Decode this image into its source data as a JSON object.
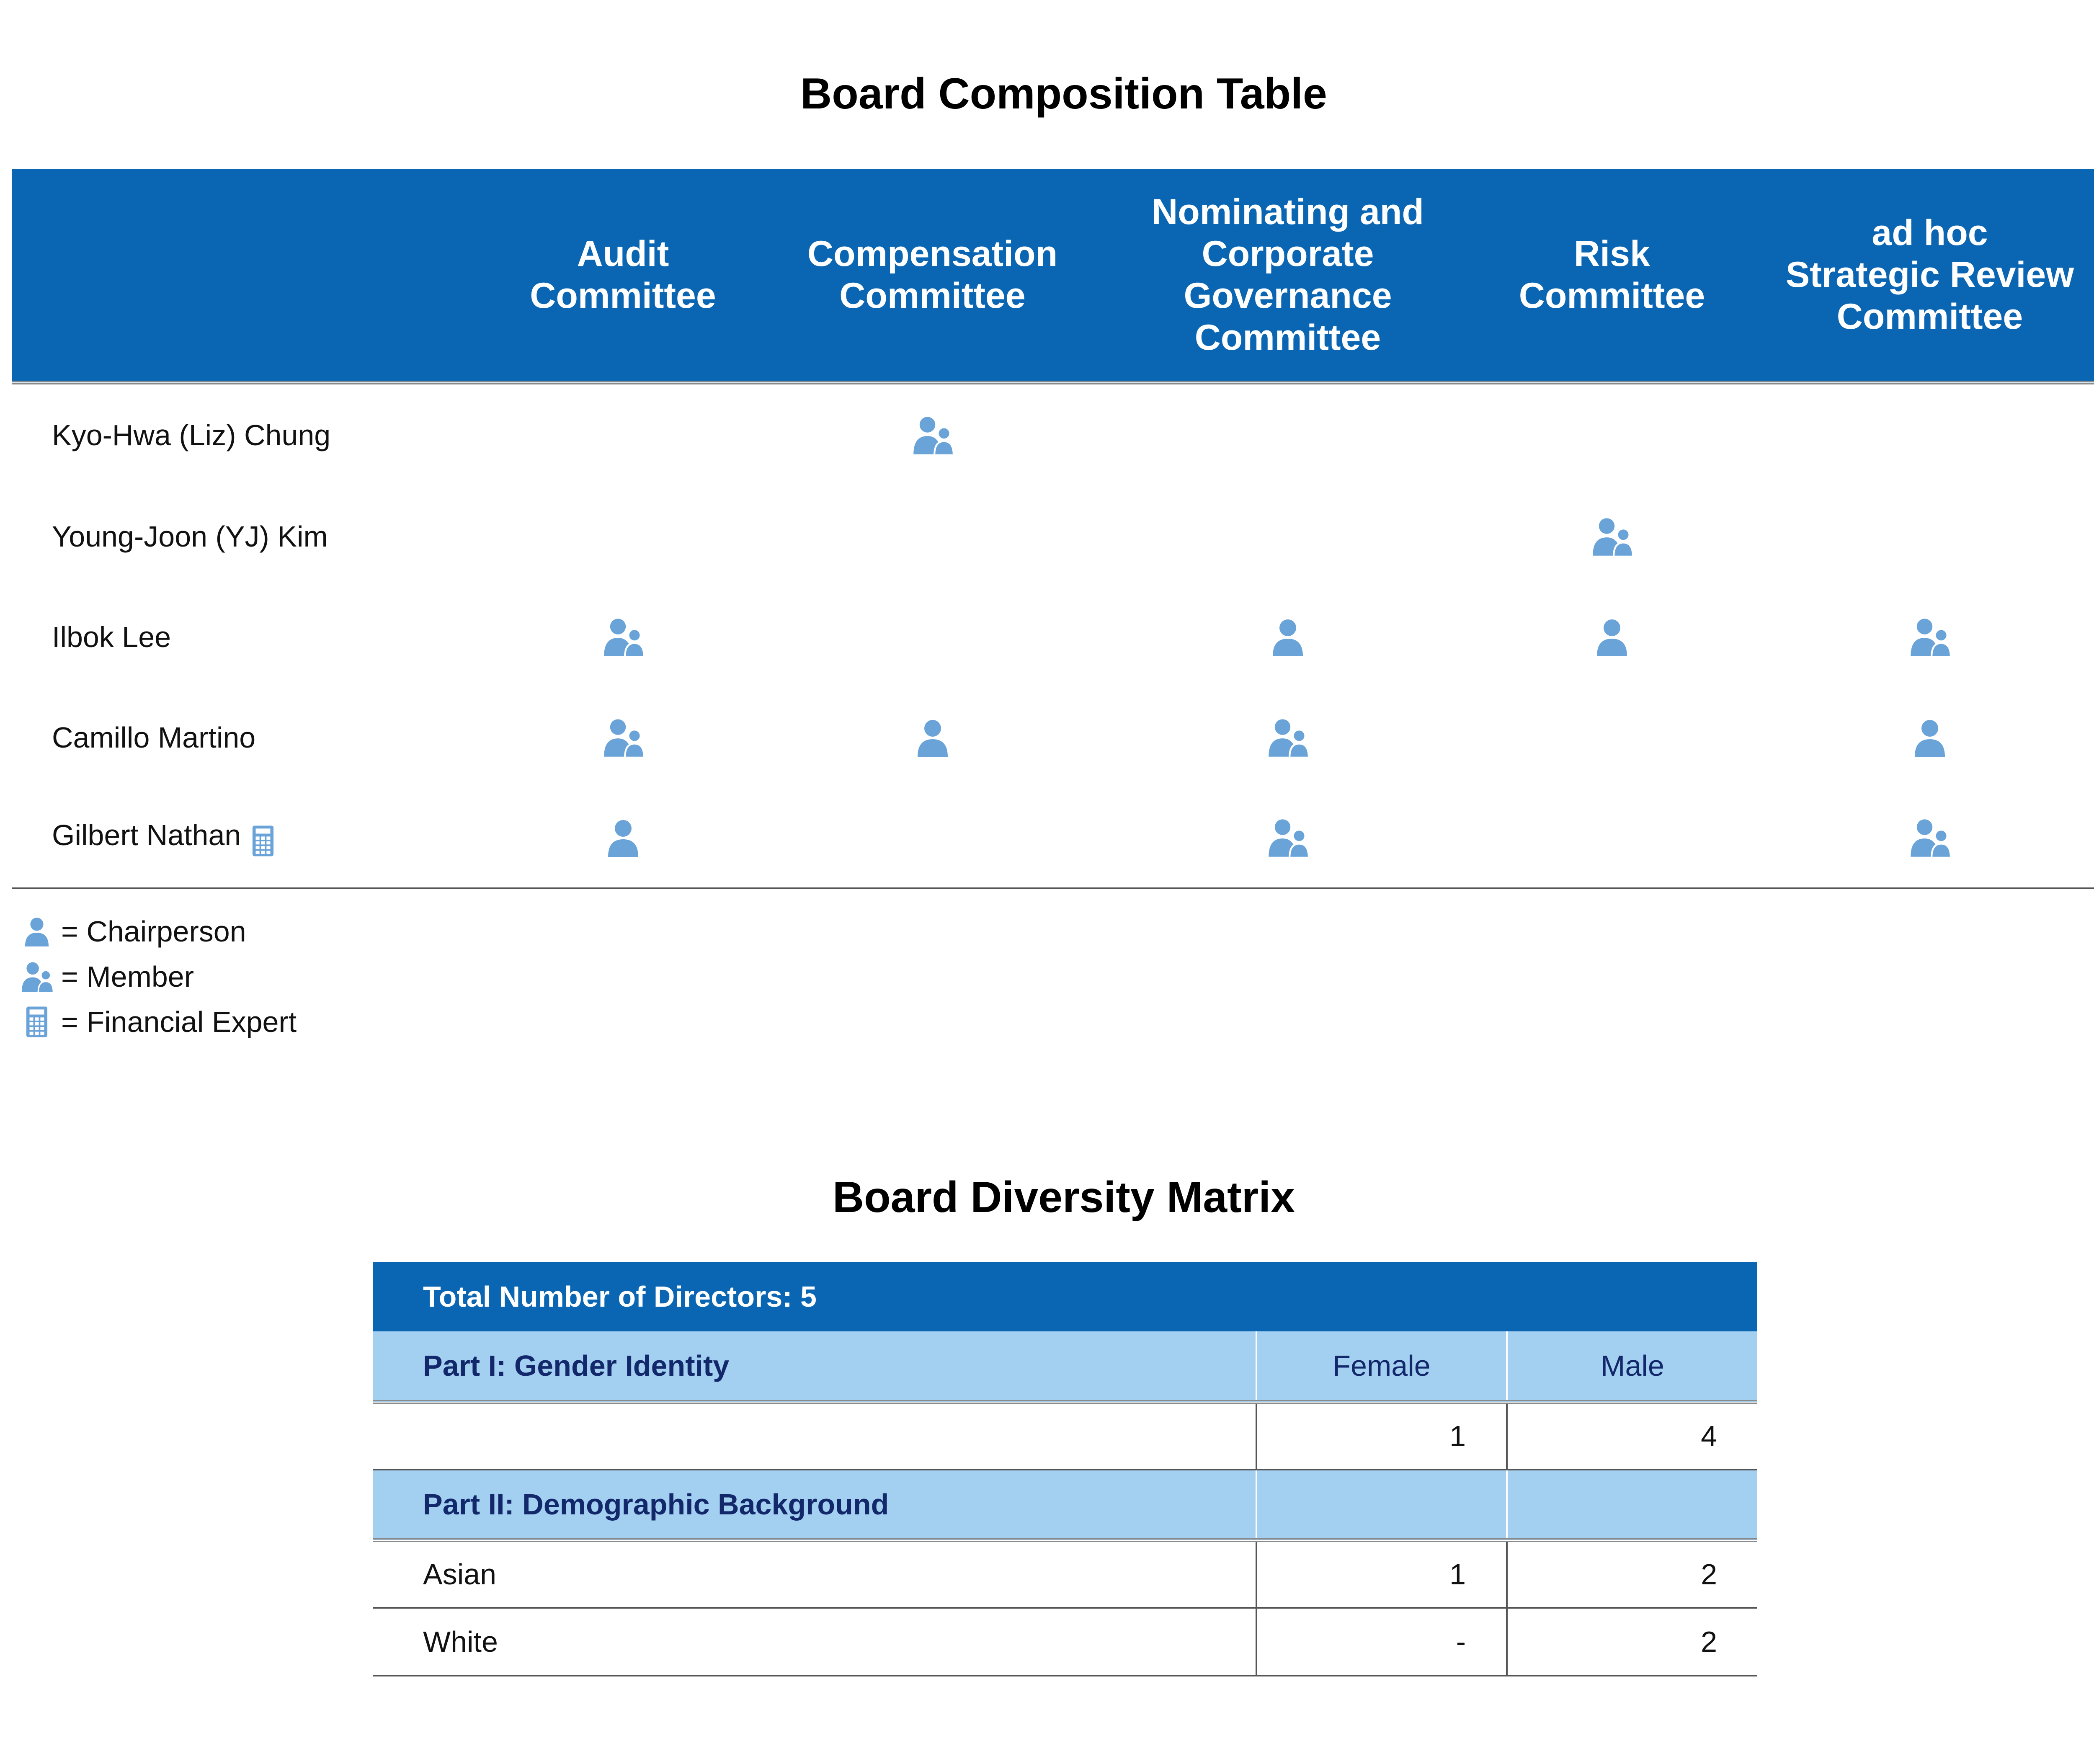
{
  "composition": {
    "title": "Board Composition Table",
    "columns": [
      {
        "id": "audit",
        "label_lines": [
          "Audit",
          "Committee"
        ]
      },
      {
        "id": "compensation",
        "label_lines": [
          "Compensation",
          "Committee"
        ]
      },
      {
        "id": "nominating",
        "label_lines": [
          "Nominating and",
          "Corporate",
          "Governance",
          "Committee"
        ]
      },
      {
        "id": "risk",
        "label_lines": [
          "Risk",
          "Committee"
        ]
      },
      {
        "id": "adhoc",
        "label_lines": [
          "ad hoc",
          "Strategic Review",
          "Committee"
        ]
      }
    ],
    "rows": [
      {
        "name": "Kyo-Hwa (Liz) Chung",
        "financial_expert": false,
        "roles": [
          "",
          "member",
          "",
          "",
          ""
        ]
      },
      {
        "name": "Young-Joon (YJ) Kim",
        "financial_expert": false,
        "roles": [
          "",
          "",
          "",
          "member",
          ""
        ]
      },
      {
        "name": "Ilbok Lee",
        "financial_expert": false,
        "roles": [
          "member",
          "",
          "chair",
          "chair",
          "member"
        ]
      },
      {
        "name": "Camillo Martino",
        "financial_expert": false,
        "roles": [
          "member",
          "chair",
          "member",
          "",
          "chair"
        ]
      },
      {
        "name": "Gilbert Nathan",
        "financial_expert": true,
        "roles": [
          "chair",
          "",
          "member",
          "",
          "member"
        ]
      }
    ],
    "icon_color": "#6aa3d8",
    "header_color": "#0a66b2"
  },
  "legend": {
    "chair": {
      "icon": "person-icon",
      "label": "= Chairperson"
    },
    "member": {
      "icon": "people-icon",
      "label": "= Member"
    },
    "expert": {
      "icon": "calculator-icon",
      "label": "= Financial Expert"
    }
  },
  "diversity": {
    "title": "Board Diversity Matrix",
    "total_label": "Total Number of Directors: 5",
    "part1": {
      "label": "Part I: Gender Identity",
      "col_female": "Female",
      "col_male": "Male"
    },
    "gender_row": {
      "label": "",
      "female": "1",
      "male": "4"
    },
    "part2": {
      "label": "Part II: Demographic Background"
    },
    "demographic_rows": [
      {
        "label": "Asian",
        "female": "1",
        "male": "2"
      },
      {
        "label": "White",
        "female": "-",
        "male": "2"
      }
    ],
    "part_color": "#a3cff0",
    "part_text_color": "#13286b"
  }
}
